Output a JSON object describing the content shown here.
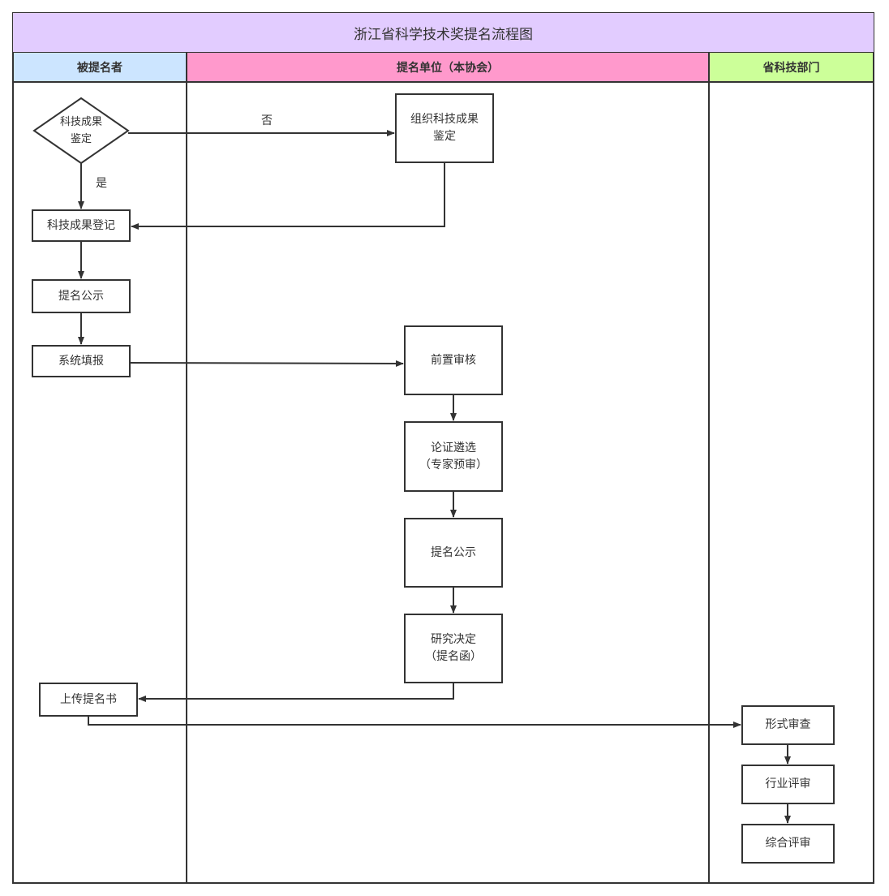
{
  "title": "浙江省科学技术奖提名流程图",
  "lanes": [
    {
      "name": "被提名者",
      "color": "#cce5ff"
    },
    {
      "name": "提名单位（本协会）",
      "color": "#ff99cc"
    },
    {
      "name": "省科技部门",
      "color": "#ccff99"
    }
  ],
  "title_color": "#e2ccff",
  "nodes": {
    "decision": "科技成果\n鉴定",
    "organize": "组织科技成果\n鉴定",
    "register": "科技成果登记",
    "publicity1": "提名公示",
    "system_fill": "系统填报",
    "pre_review": "前置审核",
    "expert": "论证遴选\n（专家预审）",
    "publicity2": "提名公示",
    "decide": "研究决定\n（提名函）",
    "upload": "上传提名书",
    "formal": "形式审查",
    "industry": "行业评审",
    "overall": "综合评审"
  },
  "edge_labels": {
    "no": "否",
    "yes": "是"
  }
}
